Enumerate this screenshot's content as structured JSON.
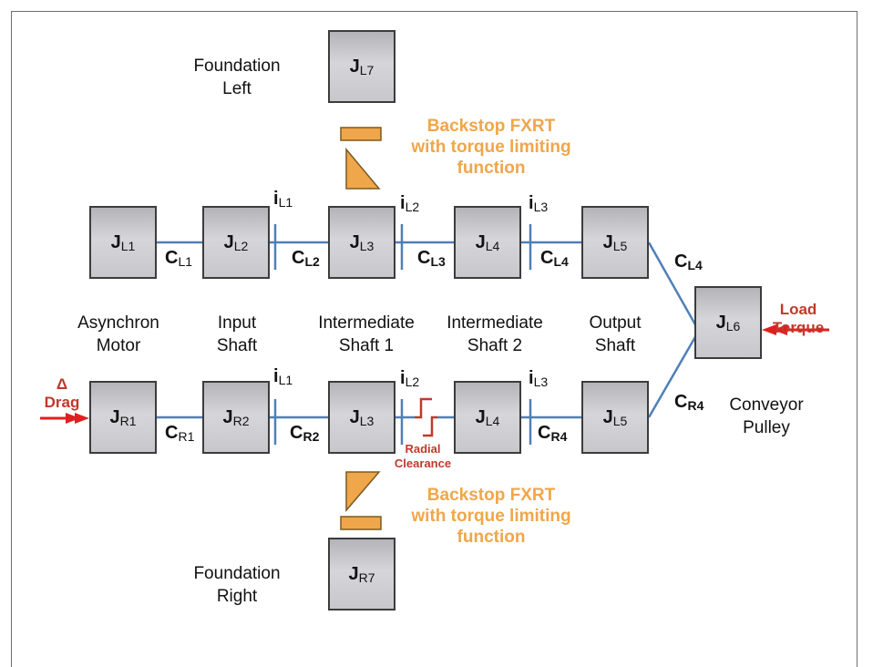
{
  "colors": {
    "shaft": "#4f7fba",
    "backstop": "#f0a64a",
    "accent": "#c0392b",
    "block_border": "#3c3c3c"
  },
  "blocks": {
    "jl1": {
      "base": "J",
      "sub": "L1"
    },
    "jl2": {
      "base": "J",
      "sub": "L2"
    },
    "jl3": {
      "base": "J",
      "sub": "L3"
    },
    "jl4": {
      "base": "J",
      "sub": "L4"
    },
    "jl5": {
      "base": "J",
      "sub": "L5"
    },
    "jl6": {
      "base": "J",
      "sub": "L6"
    },
    "jl7": {
      "base": "J",
      "sub": "L7"
    },
    "jr1": {
      "base": "J",
      "sub": "R1"
    },
    "jr2": {
      "base": "J",
      "sub": "R2"
    },
    "jr3": {
      "base": "J",
      "sub": "L3"
    },
    "jr4": {
      "base": "J",
      "sub": "L4"
    },
    "jr5": {
      "base": "J",
      "sub": "L5"
    },
    "jr7": {
      "base": "J",
      "sub": "R7"
    }
  },
  "springs": {
    "cl1": {
      "base": "C",
      "sub": "L1"
    },
    "cl2": {
      "base": "C",
      "sub": "L2"
    },
    "cl3": {
      "base": "C",
      "sub": "L3"
    },
    "cl4a": {
      "base": "C",
      "sub": "L4"
    },
    "cl4b": {
      "base": "C",
      "sub": "L4"
    },
    "cr1": {
      "base": "C",
      "sub": "R1"
    },
    "cr2": {
      "base": "C",
      "sub": "R2"
    },
    "cr4a": {
      "base": "C",
      "sub": "R4"
    },
    "cr4b": {
      "base": "C",
      "sub": "R4"
    }
  },
  "gears": {
    "il1": {
      "base": "i",
      "sub": "L1"
    },
    "il2": {
      "base": "i",
      "sub": "L2"
    },
    "il3": {
      "base": "i",
      "sub": "L3"
    },
    "ir1": {
      "base": "i",
      "sub": "L1"
    },
    "ir2": {
      "base": "i",
      "sub": "L2"
    },
    "ir3": {
      "base": "i",
      "sub": "L3"
    }
  },
  "labels": {
    "foundation_left": [
      "Foundation",
      "Left"
    ],
    "foundation_right": [
      "Foundation",
      "Right"
    ],
    "motor": [
      "Asynchron",
      "Motor"
    ],
    "input_shaft": [
      "Input",
      "Shaft"
    ],
    "intermediate1": [
      "Intermediate",
      "Shaft 1"
    ],
    "intermediate2": [
      "Intermediate",
      "Shaft 2"
    ],
    "output_shaft": [
      "Output",
      "Shaft"
    ],
    "pulley": [
      "Conveyor",
      "Pulley"
    ]
  },
  "backstop_top": [
    "Backstop FXRT",
    "with torque limiting",
    "function"
  ],
  "backstop_bottom": [
    "Backstop FXRT",
    "with torque limiting",
    "function"
  ],
  "load_torque": [
    "Load",
    "Torque"
  ],
  "drag": [
    "Δ",
    "Drag"
  ],
  "radial_clearance": [
    "Radial",
    "Clearance"
  ]
}
